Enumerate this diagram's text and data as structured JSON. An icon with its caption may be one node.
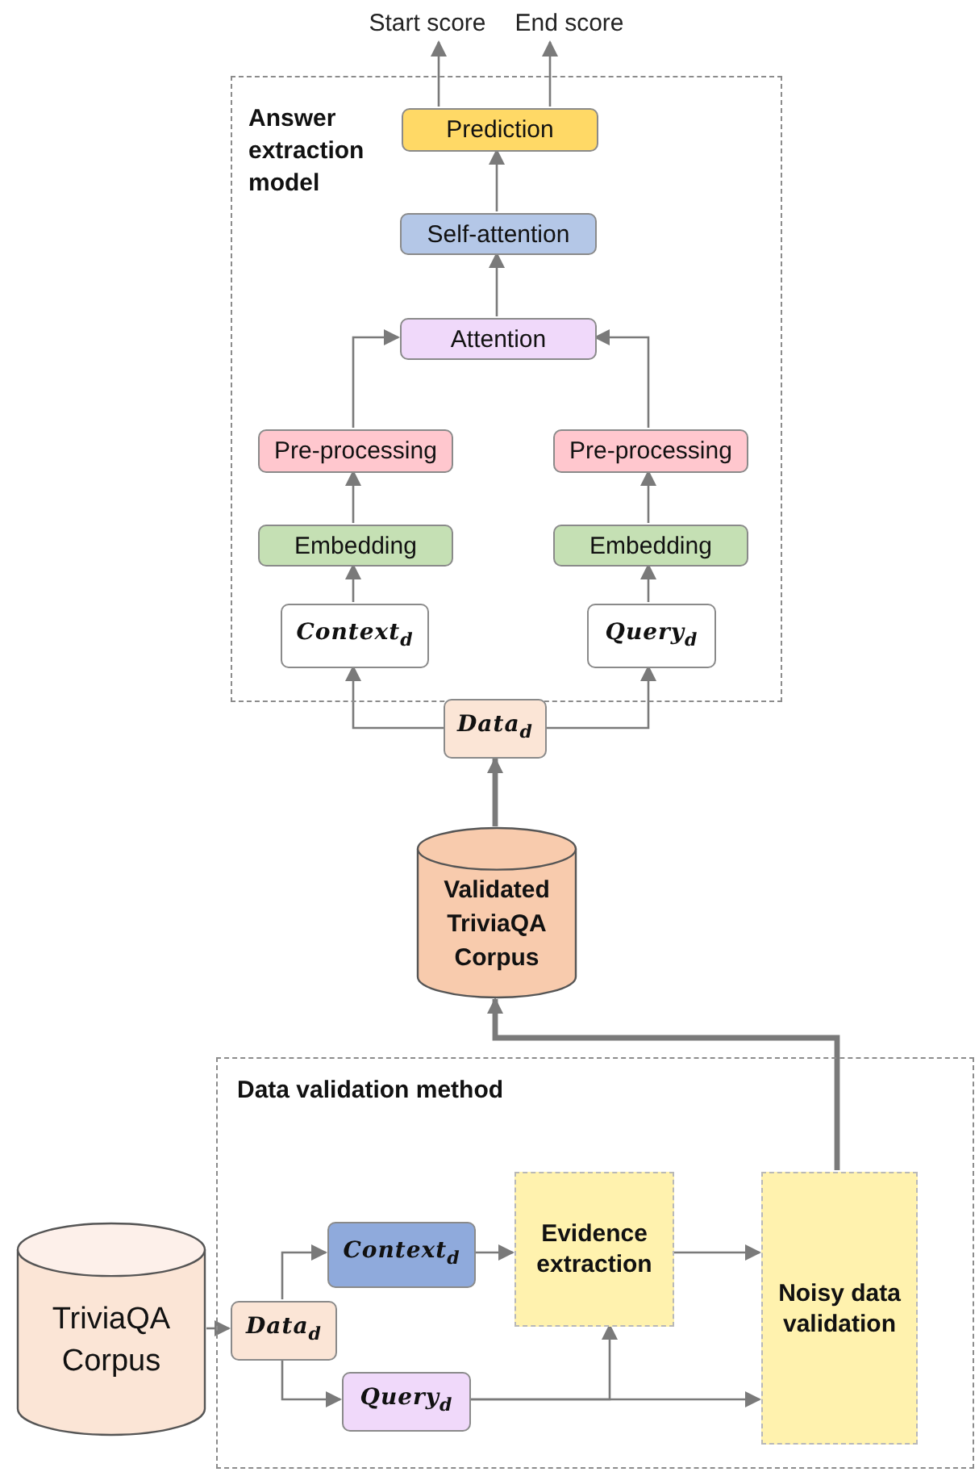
{
  "diagram": {
    "nodes": [
      {
        "text": [
          "Start score"
        ]
      },
      {
        "text": [
          "End score"
        ]
      },
      {
        "text": [
          "Answer extraction model"
        ]
      },
      {
        "text": [
          "Prediction"
        ],
        "in": 2
      },
      {
        "text": [
          "Self-attention"
        ],
        "in": 2
      },
      {
        "text": [
          "Attention"
        ],
        "in": 2
      },
      {
        "text": [
          "Pre-processing"
        ],
        "in": 2
      },
      {
        "text": [
          "Pre-processing"
        ],
        "in": 2
      },
      {
        "text": [
          "Embedding"
        ],
        "in": 2
      },
      {
        "text": [
          "Embedding"
        ],
        "in": 2
      },
      {
        "text": [
          "Context$_{d}$"
        ],
        "in": 2
      },
      {
        "text": [
          "Query$_{d}$"
        ],
        "in": 2
      },
      {
        "text": [
          "Data$_{d}$"
        ]
      },
      {
        "text": [
          "Validated TriviaQA Corpus"
        ]
      },
      {
        "text": [
          "Data validation method"
        ]
      },
      {
        "text": [
          "TriviaQA Corpus"
        ]
      },
      {
        "text": [
          "Data$_{d}$"
        ],
        "in": 14
      },
      {
        "text": [
          "Context$_{d}$"
        ],
        "in": 14
      },
      {
        "text": [
          "Query$_{d}$"
        ],
        "in": 14
      },
      {
        "text": [
          "Evidence extraction"
        ],
        "in": 14
      },
      {
        "text": [
          "Noisy data validation"
        ],
        "in": 14
      }
    ],
    "edges": [
      {
        "from": 3,
        "to": 0,
        "arrow": "to"
      },
      {
        "from": 3,
        "to": 1,
        "arrow": "to"
      },
      {
        "from": 4,
        "to": 3,
        "arrow": "to"
      },
      {
        "from": 5,
        "to": 4,
        "arrow": "to"
      },
      {
        "from": 6,
        "to": 5,
        "arrow": "to"
      },
      {
        "from": 7,
        "to": 5,
        "arrow": "to"
      },
      {
        "from": 8,
        "to": 6,
        "arrow": "to"
      },
      {
        "from": 9,
        "to": 7,
        "arrow": "to"
      },
      {
        "from": 10,
        "to": 8,
        "arrow": "to"
      },
      {
        "from": 11,
        "to": 9,
        "arrow": "to"
      },
      {
        "from": 12,
        "to": 10,
        "arrow": "to"
      },
      {
        "from": 12,
        "to": 11,
        "arrow": "to"
      },
      {
        "from": 13,
        "to": 12,
        "arrow": "to",
        "style": "thick"
      },
      {
        "from": 20,
        "to": 13,
        "arrow": "to",
        "style": "thick"
      },
      {
        "from": 15,
        "to": 16,
        "arrow": "to"
      },
      {
        "from": 16,
        "to": 17,
        "arrow": "to"
      },
      {
        "from": 16,
        "to": 18,
        "arrow": "to"
      },
      {
        "from": 17,
        "to": 19,
        "arrow": "to"
      },
      {
        "from": 19,
        "to": 20,
        "arrow": "to"
      },
      {
        "from": 18,
        "to": 19,
        "arrow": "to"
      },
      {
        "from": 18,
        "to": 20,
        "arrow": "to"
      }
    ]
  }
}
